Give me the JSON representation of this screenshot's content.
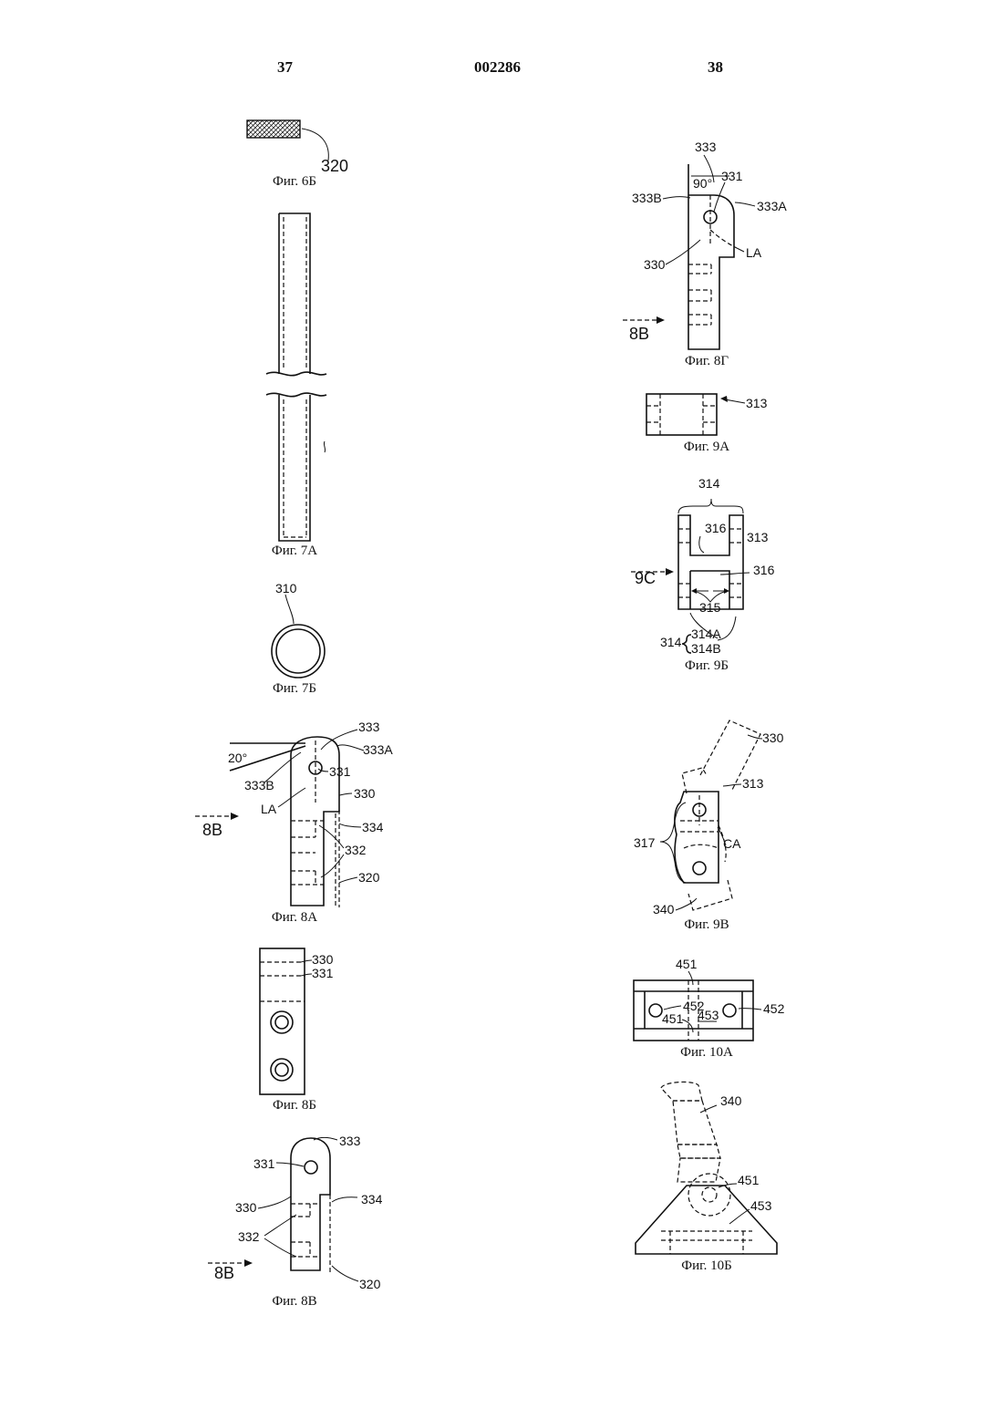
{
  "header": {
    "page_left": "37",
    "patent_number": "002286",
    "page_right": "38"
  },
  "captions": {
    "fig6b": "Фиг. 6Б",
    "fig7a": "Фиг. 7А",
    "fig7b": "Фиг. 7Б",
    "fig8a": "Фиг. 8А",
    "fig8b": "Фиг. 8Б",
    "fig8v": "Фиг. 8В",
    "fig8g": "Фиг. 8Г",
    "fig9a": "Фиг. 9А",
    "fig9b": "Фиг. 9Б",
    "fig9v": "Фиг. 9В",
    "fig10a": "Фиг. 10А",
    "fig10b": "Фиг. 10Б"
  },
  "labels": {
    "fig6b": {
      "ref": "320"
    },
    "fig7b": {
      "ref": "310"
    },
    "fig8a": {
      "angle": "20°",
      "r333": "333",
      "r333a": "333A",
      "r333b": "333B",
      "r331": "331",
      "r330": "330",
      "la": "LA",
      "r334": "334",
      "r332": "332",
      "r320": "320",
      "view": "8B"
    },
    "fig8b": {
      "r330": "330",
      "r331": "331"
    },
    "fig8v": {
      "r333": "333",
      "r331": "331",
      "r330": "330",
      "r334": "334",
      "r332": "332",
      "r320": "320",
      "view": "8B"
    },
    "fig8g": {
      "r333": "333",
      "angle": "90°",
      "r331": "331",
      "r333b": "333B",
      "r333a": "333A",
      "la": "LA",
      "r330": "330",
      "view": "8B"
    },
    "fig9a": {
      "r313": "313"
    },
    "fig9b": {
      "r314": "314",
      "r316a": "316",
      "r313": "313",
      "r316b": "316",
      "r315": "315",
      "r314a": "314A",
      "r314b": "314B",
      "r314c": "314",
      "view": "9C"
    },
    "fig9v": {
      "r330": "330",
      "r313": "313",
      "r317": "317",
      "ca": "CA",
      "r340": "340"
    },
    "fig10a": {
      "r451a": "451",
      "r452a": "452",
      "r451b": "451",
      "r453": "453",
      "r452b": "452"
    },
    "fig10b": {
      "r340": "340",
      "r451": "451",
      "r453": "453"
    }
  }
}
